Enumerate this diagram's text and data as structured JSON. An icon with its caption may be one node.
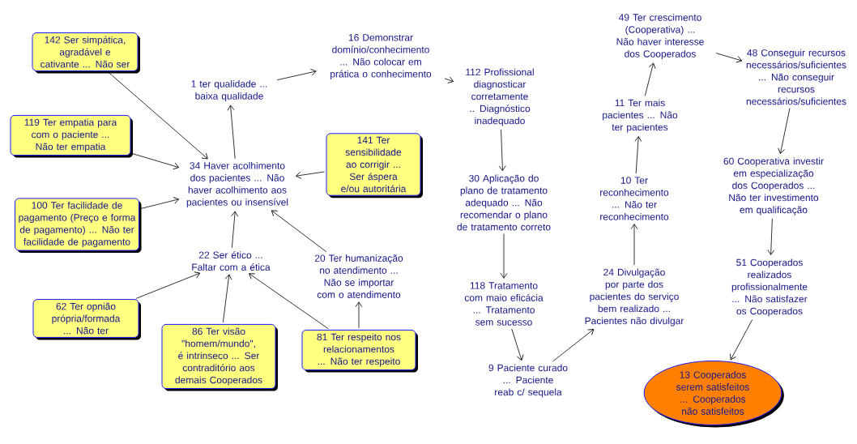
{
  "diagram": {
    "nodes": [
      {
        "text": [
          "142 Ser simpática, agradável e cativante ... Não ser"
        ]
      },
      {
        "text": [
          "119 Ter empatia para com o paciente ... Não ter empatia"
        ]
      },
      {
        "text": [
          "100 Ter facilidade de pagamento (Preço e forma de pagamento) ... Não ter facilidade de pagamento"
        ]
      },
      {
        "text": [
          "62 Ter opnião própria/formada ... Não ter"
        ]
      },
      {
        "text": [
          "86 Ter visão \"homem/mundo\", é intrinseco ... Ser contraditório aos demais Cooperados"
        ]
      },
      {
        "text": [
          "141 Ter sensibilidade ao corrigir ... Ser áspera e/ou autoritária"
        ]
      },
      {
        "text": [
          "81 Ter respeito nos relacionamentos ... Não ter respeito"
        ]
      },
      {
        "text": [
          "1 ter qualidade ... baixa qualidade"
        ]
      },
      {
        "text": [
          "34 Haver acolhimento dos pacientes ... Não haver acolhimento aos pacientes ou insensível"
        ]
      },
      {
        "text": [
          "22 Ser ético ... Faltar com a ética"
        ]
      },
      {
        "text": [
          "20 Ter humanização no atendimento ... Não se importar com o atendimento"
        ]
      },
      {
        "text": [
          "16 Demonstrar domínio/conhecimento ... Não colocar em prática o conhecimento"
        ]
      },
      {
        "text": [
          "112 Profissional diagnosticar corretamente .. Diagnóstico inadequado"
        ]
      },
      {
        "text": [
          "30 Aplicação do plano de tratamento adequado ... Não recomendar o plano de tratamento correto"
        ]
      },
      {
        "text": [
          "118 Tratamento com maio eficácia ... Tratamento sem sucesso"
        ]
      },
      {
        "text": [
          "9 Paciente curado ... Paciente reab c/ sequela"
        ]
      },
      {
        "text": [
          "24 Divulgação por parte dos pacientes do serviço bem realizado ... Pacientes não divulgar"
        ]
      },
      {
        "text": [
          "10 Ter reconhecimento ... Não ter reconhecimento"
        ]
      },
      {
        "text": [
          "11 Ter mais pacientes ... Não ter pacientes"
        ]
      },
      {
        "text": [
          "49 Ter crescimento (Cooperativa) ... Não haver interesse dos Cooperados"
        ]
      },
      {
        "text": [
          "48 Conseguir recursos necessários/suficientes ... Não conseguir recursos necessários/suficientes"
        ]
      },
      {
        "text": [
          "60 Cooperativa investir em especialização dos Cooperados ... Não ter investimento em qualificação"
        ]
      },
      {
        "text": [
          "51 Cooperados realizados profissionalmente ... Não satisfazer os Cooperados"
        ]
      },
      {
        "text": [
          "13 Cooperados serem satisfeitos ... Cooperados não satisfeitos"
        ]
      }
    ],
    "edges": [
      {
        "from": 0,
        "to": 8,
        "arrow": "to"
      },
      {
        "from": 1,
        "to": 8,
        "arrow": "to"
      },
      {
        "from": 2,
        "to": 8,
        "arrow": "to"
      },
      {
        "from": 5,
        "to": 8,
        "arrow": "to"
      },
      {
        "from": 10,
        "to": 8,
        "arrow": "to"
      },
      {
        "from": 9,
        "to": 8,
        "arrow": "to"
      },
      {
        "from": 8,
        "to": 7,
        "arrow": "to"
      },
      {
        "from": 7,
        "to": 11,
        "arrow": "to"
      },
      {
        "from": 11,
        "to": 12,
        "arrow": "to"
      },
      {
        "from": 12,
        "to": 13,
        "arrow": "to"
      },
      {
        "from": 13,
        "to": 14,
        "arrow": "to"
      },
      {
        "from": 14,
        "to": 15,
        "arrow": "to"
      },
      {
        "from": 15,
        "to": 16,
        "arrow": "to"
      },
      {
        "from": 16,
        "to": 17,
        "arrow": "to"
      },
      {
        "from": 17,
        "to": 18,
        "arrow": "to"
      },
      {
        "from": 18,
        "to": 19,
        "arrow": "to"
      },
      {
        "from": 19,
        "to": 20,
        "arrow": "to"
      },
      {
        "from": 20,
        "to": 21,
        "arrow": "to"
      },
      {
        "from": 21,
        "to": 22,
        "arrow": "to"
      },
      {
        "from": 22,
        "to": 23,
        "arrow": "to"
      },
      {
        "from": 3,
        "to": 9,
        "arrow": "to"
      },
      {
        "from": 4,
        "to": 9,
        "arrow": "to"
      },
      {
        "from": 6,
        "to": 9,
        "arrow": "to"
      },
      {
        "from": 6,
        "to": 10,
        "arrow": "to"
      }
    ]
  }
}
